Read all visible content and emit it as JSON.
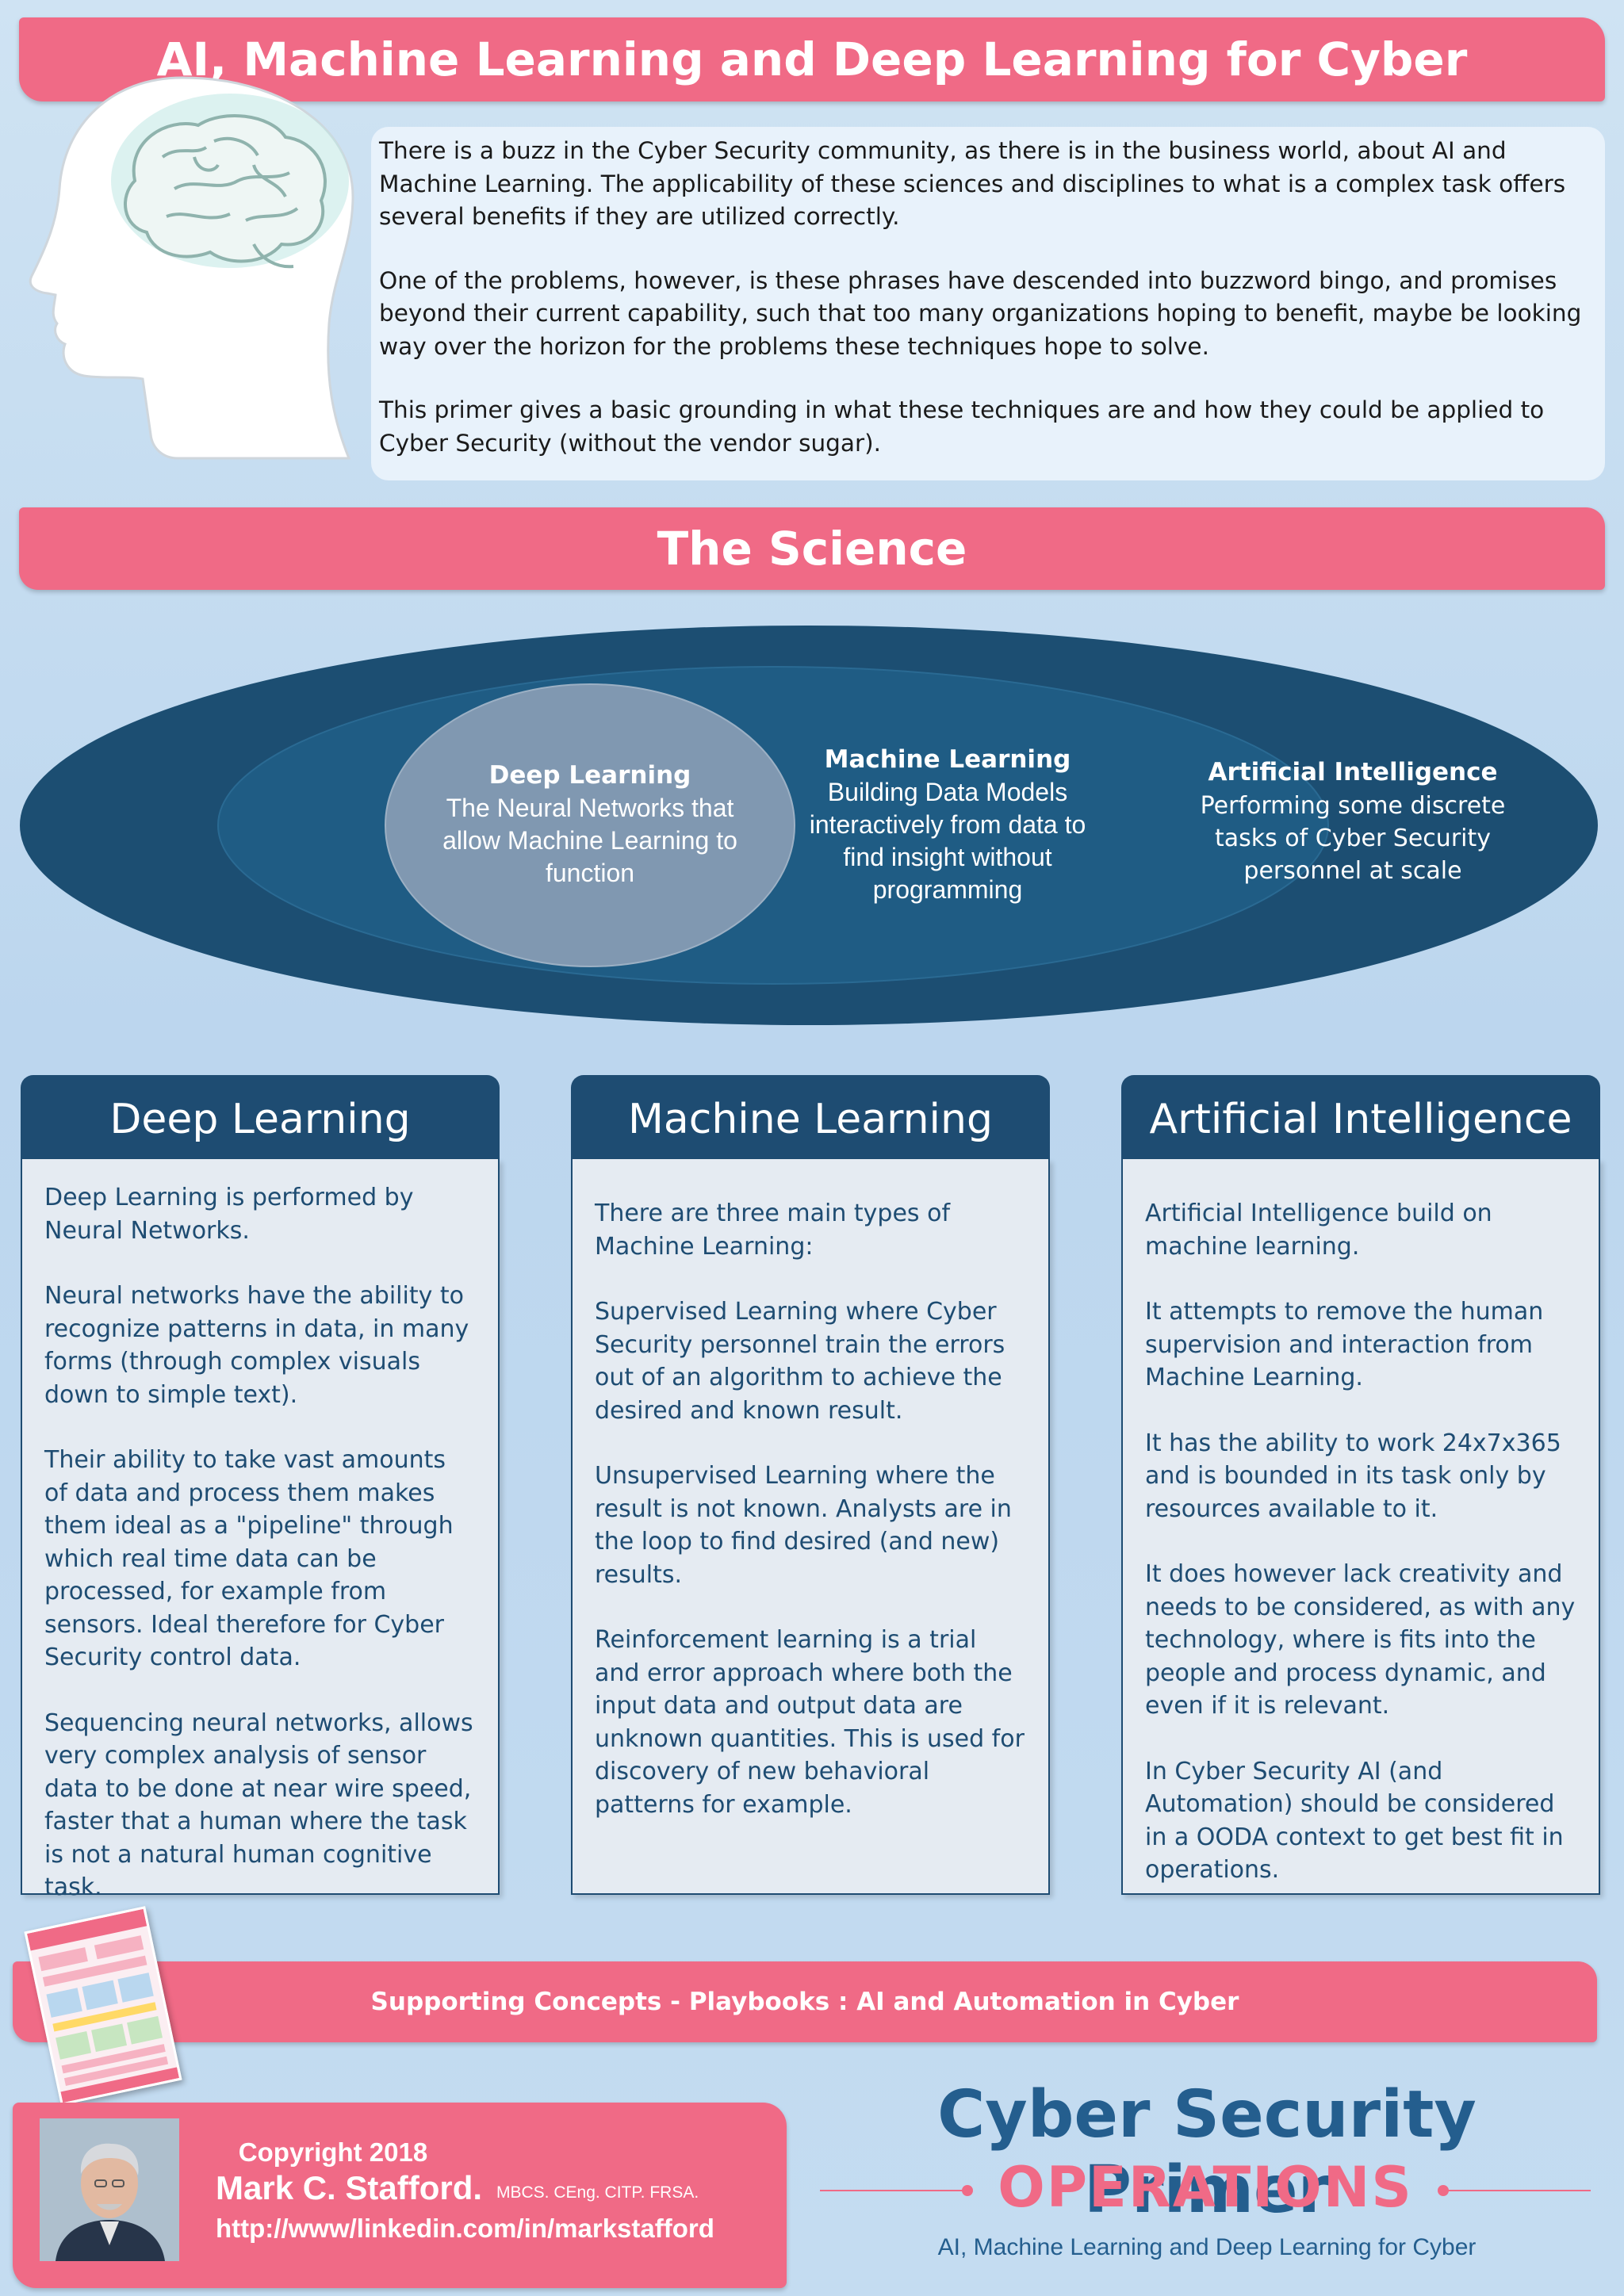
{
  "header": {
    "title": "AI, Machine Learning and Deep Learning for Cyber"
  },
  "intro": {
    "paragraphs": [
      "There is a buzz in the Cyber Security community, as there is in the business world, about AI and Machine Learning.  The applicability of these sciences and disciplines to what is a complex task offers several benefits if they are utilized correctly.",
      "One of the problems, however, is these phrases have descended into buzzword bingo, and promises beyond their current capability, such that too many organizations hoping to benefit, maybe be looking way over the horizon for the problems these techniques hope to solve.",
      "This primer gives a basic grounding in what these techniques are and how they could be applied to Cyber Security (without the vendor sugar)."
    ]
  },
  "science": {
    "title": "The Science",
    "deep_learning": {
      "heading": "Deep Learning",
      "lines": [
        "The Neural Networks that",
        "allow Machine Learning to",
        "function"
      ]
    },
    "machine_learning": {
      "heading": "Machine Learning",
      "lines": [
        "Building Data Models",
        "interactively from data to",
        "find insight without",
        "programming"
      ]
    },
    "artificial_intelligence": {
      "heading": "Artificial Intelligence",
      "lines": [
        "Performing some discrete",
        "tasks of Cyber Security",
        "personnel at scale"
      ]
    }
  },
  "cards": [
    {
      "title": "Deep Learning",
      "paragraphs": [
        "Deep Learning is performed by Neural Networks.",
        "Neural networks have the ability to recognize patterns in data, in many forms (through complex visuals down to simple text).",
        "Their ability to take vast amounts of data and process them makes them ideal as a \"pipeline\" through which real time data can be processed, for example from sensors.  Ideal therefore for Cyber Security control data.",
        "Sequencing neural networks, allows very complex analysis of sensor data to be done at near wire speed, faster that a human where the task is not a natural human cognitive task."
      ]
    },
    {
      "title": "Machine Learning",
      "paragraphs": [
        "There are three main types of Machine Learning:",
        "Supervised Learning where Cyber Security personnel train the errors out of an algorithm to achieve the desired and known result.",
        "Unsupervised Learning where the result is not known. Analysts are in the loop to find desired (and new) results.",
        "Reinforcement learning is a trial and error approach where both the input data and output data are unknown quantities.  This is used for discovery of new behavioral patterns for example."
      ]
    },
    {
      "title": "Artificial Intelligence",
      "paragraphs": [
        "Artificial Intelligence build on machine learning.",
        "It attempts to remove the human supervision and interaction from Machine Learning.",
        "It has the ability to work 24x7x365 and is bounded in its task only by resources available to it.",
        "It does however lack creativity and needs to be considered, as with any technology, where is fits into the people and process dynamic, and even if it is relevant.",
        "In Cyber Security AI (and Automation) should be considered in a OODA context to get best fit in operations."
      ]
    }
  ],
  "support": {
    "text": "Supporting Concepts - Playbooks : AI and Automation in Cyber"
  },
  "author": {
    "copyright": "Copyright 2018",
    "name": "Mark C. Stafford.",
    "credentials": "MBCS. CEng. CITP. FRSA.",
    "url": "http://www/linkedin.com/in/markstafford"
  },
  "brand": {
    "title": "Cyber Security Primer",
    "subtitle": "OPERATIONS",
    "tagline": "AI, Machine Learning and Deep Learning for Cyber"
  },
  "colors": {
    "accent_pink": "#f06a86",
    "navy": "#1e4c72",
    "brand_blue": "#245e8e"
  },
  "icons": [
    "brain-head-icon",
    "author-photo",
    "playbook-thumbnail"
  ]
}
